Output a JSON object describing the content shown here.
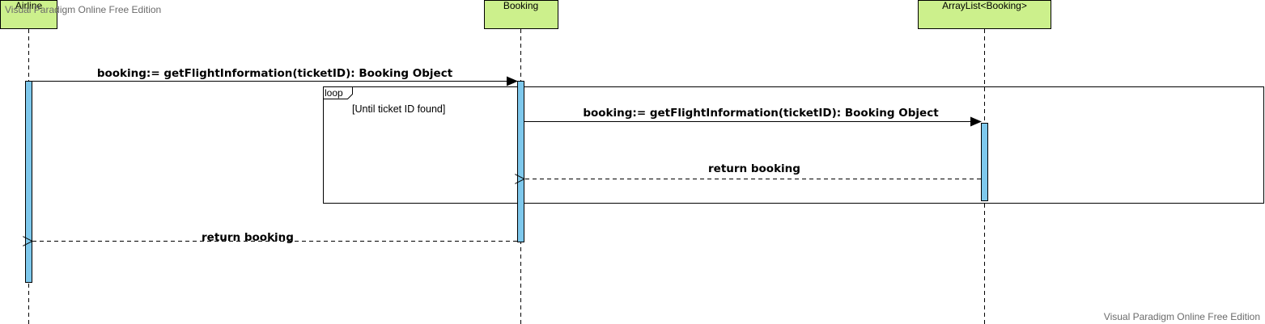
{
  "watermark": {
    "top": "Visual Paradigm Online Free Edition",
    "bottom": "Visual Paradigm Online Free Edition"
  },
  "lifelines": [
    {
      "name": "Airline"
    },
    {
      "name": "Booking"
    },
    {
      "name": "ArrayList<Booking>"
    }
  ],
  "fragment": {
    "operator": "loop",
    "guard": "[Until ticket ID found]"
  },
  "messages": [
    {
      "text": "booking:= getFlightInformation(ticketID): Booking Object",
      "kind": "sync"
    },
    {
      "text": "booking:= getFlightInformation(ticketID): Booking Object",
      "kind": "sync"
    },
    {
      "text": "return booking",
      "kind": "return"
    },
    {
      "text": "return booking",
      "kind": "return"
    }
  ],
  "colors": {
    "lifeline_head": "#ccf08c",
    "activation": "#7ec8ec",
    "line": "#000000",
    "watermark": "#6b6b6b"
  }
}
